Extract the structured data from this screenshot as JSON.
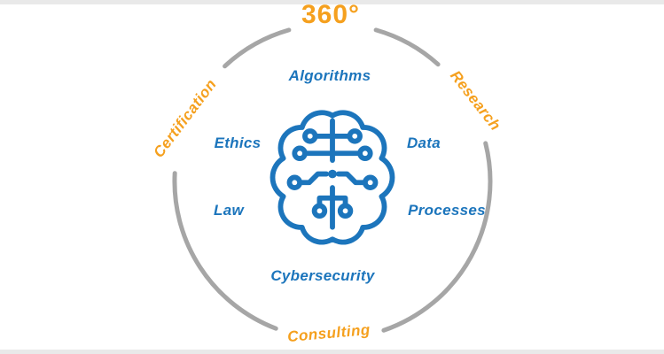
{
  "diagram": {
    "top_label": "360°",
    "ring_labels": [
      {
        "text": "Certification",
        "position": "upper-left"
      },
      {
        "text": "Research",
        "position": "upper-right"
      },
      {
        "text": "Consulting",
        "position": "bottom"
      }
    ],
    "inner_labels": [
      {
        "text": "Algorithms",
        "position": "top"
      },
      {
        "text": "Ethics",
        "position": "left"
      },
      {
        "text": "Data",
        "position": "right"
      },
      {
        "text": "Law",
        "position": "lower-left"
      },
      {
        "text": "Processes",
        "position": "lower-right"
      },
      {
        "text": "Cybersecurity",
        "position": "bottom"
      }
    ],
    "center_icon": "circuit-brain-icon",
    "colors": {
      "accent_orange": "#F5A01E",
      "accent_blue": "#1C75BC",
      "ring_gray": "#A6A6A6"
    }
  }
}
